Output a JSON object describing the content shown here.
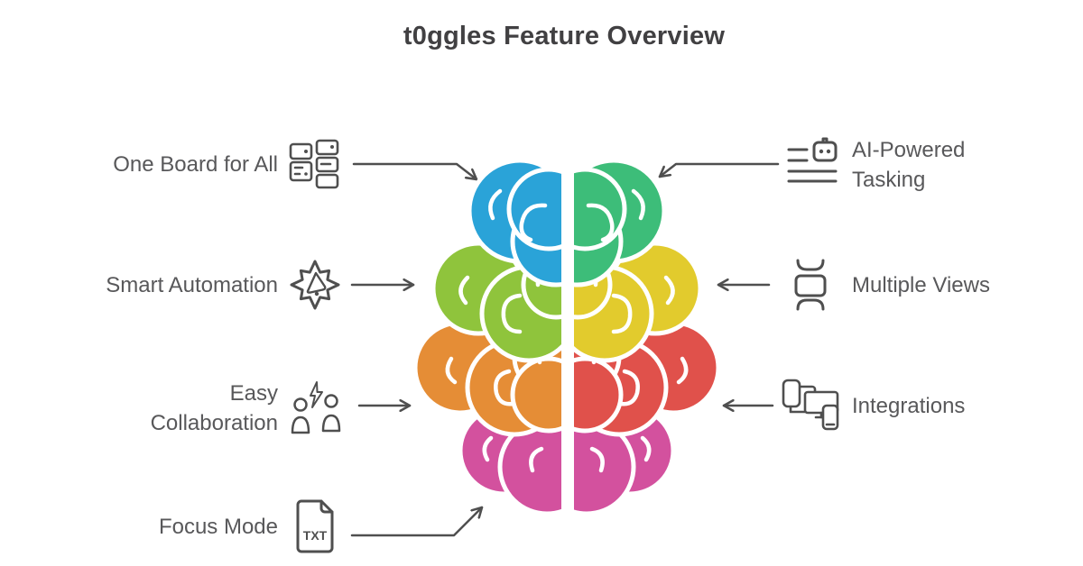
{
  "title": "t0ggles Feature Overview",
  "features_left": [
    {
      "label": "One Board for All",
      "icon": "kanban-board-icon"
    },
    {
      "label": "Smart Automation",
      "icon": "automation-gear-icon"
    },
    {
      "label": "Easy Collaboration",
      "icon": "collaboration-people-icon"
    },
    {
      "label": "Focus Mode",
      "icon": "txt-file-icon"
    }
  ],
  "features_right": [
    {
      "label": "AI-Powered Tasking",
      "icon": "ai-robot-list-icon"
    },
    {
      "label": "Multiple Views",
      "icon": "multiple-views-icon"
    },
    {
      "label": "Integrations",
      "icon": "devices-icon"
    }
  ],
  "brain": {
    "left_segments": [
      {
        "position": "top",
        "color": "#2AA3D8"
      },
      {
        "position": "upper-middle",
        "color": "#8FC43C"
      },
      {
        "position": "lower-middle",
        "color": "#E58D36"
      },
      {
        "position": "bottom",
        "color": "#D3519E"
      }
    ],
    "right_segments": [
      {
        "position": "top",
        "color": "#3DBD79"
      },
      {
        "position": "upper-middle",
        "color": "#E2CB2D"
      },
      {
        "position": "lower-middle",
        "color": "#E0514B"
      },
      {
        "position": "bottom",
        "color": "#D3519E"
      }
    ]
  },
  "style": {
    "background": "#FFFFFF",
    "title_color": "#414042",
    "text_color": "#58585A",
    "line_color": "#4F4F4F"
  }
}
